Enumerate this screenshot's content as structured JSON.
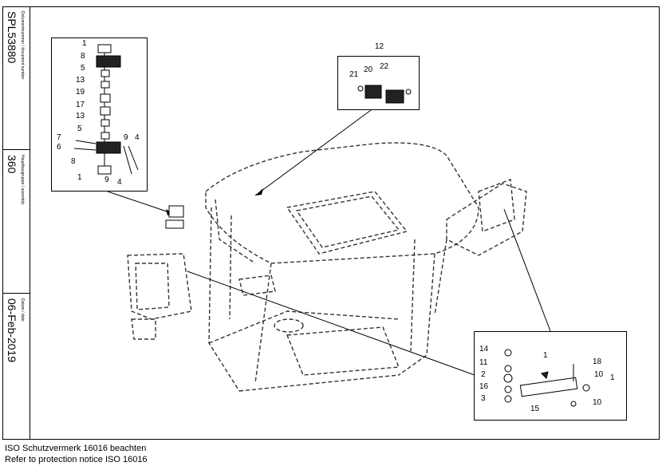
{
  "titleblock": {
    "doc_caption": "Dokumentnummer / document number",
    "doc_number": "SPL53880",
    "group_caption": "Hauptbaugruppe / assembly",
    "group_number": "360",
    "date_caption": "Datum / date",
    "date": "06-Feb-2019"
  },
  "callouts_upper_left": [
    "1",
    "8",
    "5",
    "13",
    "19",
    "17",
    "13",
    "5",
    "7",
    "6",
    "8",
    "1",
    "9",
    "4",
    "9",
    "4"
  ],
  "callouts_upper_right": [
    "12",
    "21",
    "20",
    "22"
  ],
  "callouts_lower_right": [
    "14",
    "11",
    "2",
    "16",
    "3",
    "15",
    "1",
    "18",
    "10",
    "1",
    "10"
  ],
  "footer": {
    "line1": "ISO Schutzvermerk 16016 beachten",
    "line2": "Refer to protection notice ISO 16016"
  }
}
